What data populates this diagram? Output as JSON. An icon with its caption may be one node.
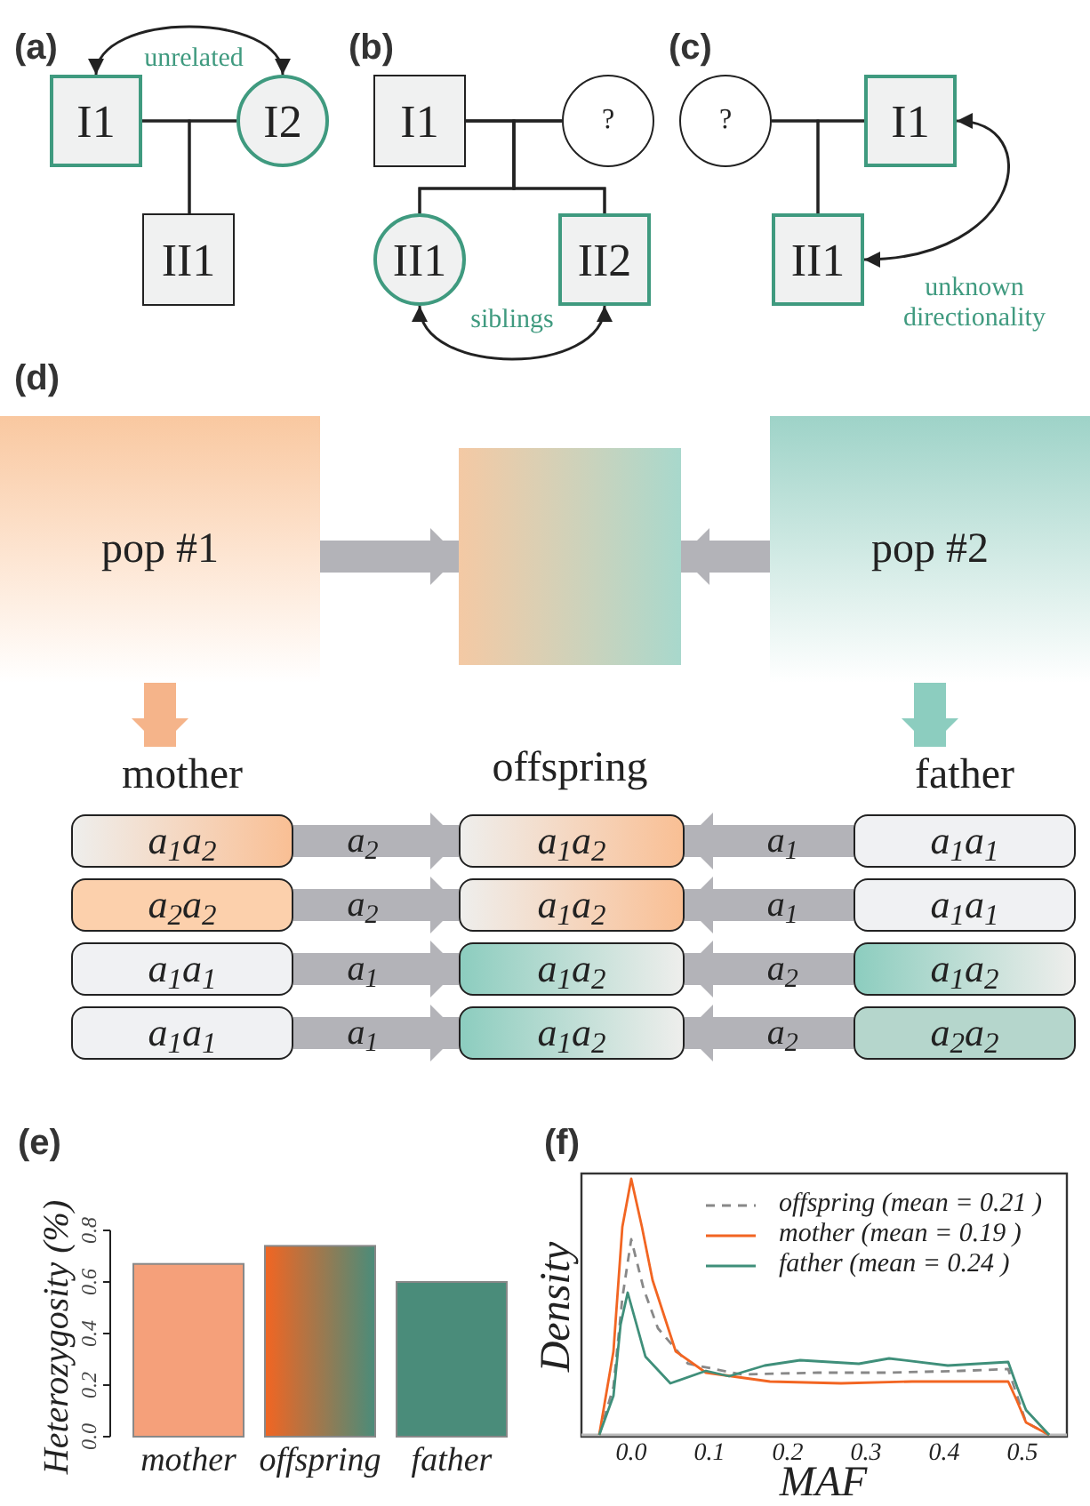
{
  "diagram": {
    "nodes": [
      {
        "text": [
          "I1"
        ]
      },
      {
        "text": [
          "I2"
        ]
      },
      {
        "text": [
          "II1"
        ]
      },
      {
        "text": [
          "I1"
        ]
      },
      {
        "text": [
          "?"
        ]
      },
      {
        "text": [
          "II1"
        ]
      },
      {
        "text": [
          "II2"
        ]
      },
      {
        "text": [
          "?"
        ]
      },
      {
        "text": [
          "I1"
        ]
      },
      {
        "text": [
          "II1"
        ]
      },
      {
        "text": [
          "pop #1"
        ]
      },
      {
        "text": [],
        "shape": "box"
      },
      {
        "text": [
          "pop #2"
        ]
      },
      {
        "text": [
          "mother"
        ]
      },
      {
        "text": [
          "offspring"
        ]
      },
      {
        "text": [
          "father"
        ]
      },
      {
        "text": [
          "a$_{1}$a$_{2}$"
        ]
      },
      {
        "text": [
          "a$_{1}$a$_{2}$"
        ]
      },
      {
        "text": [
          "a$_{1}$a$_{1}$"
        ]
      },
      {
        "text": [
          "a$_{2}$a$_{2}$"
        ]
      },
      {
        "text": [
          "a$_{1}$a$_{2}$"
        ]
      },
      {
        "text": [
          "a$_{1}$a$_{1}$"
        ]
      },
      {
        "text": [
          "a$_{1}$a$_{1}$"
        ]
      },
      {
        "text": [
          "a$_{1}$a$_{2}$"
        ]
      },
      {
        "text": [
          "a$_{1}$a$_{2}$"
        ]
      },
      {
        "text": [
          "a$_{1}$a$_{1}$"
        ]
      },
      {
        "text": [
          "a$_{1}$a$_{2}$"
        ]
      },
      {
        "text": [
          "a$_{2}$a$_{2}$"
        ]
      }
    ],
    "edges": [
      {
        "from": 0,
        "to": 1,
        "arrow": "none"
      },
      {
        "from": 0,
        "to": 2,
        "arrow": "none"
      },
      {
        "from": 1,
        "to": 2,
        "arrow": "none"
      },
      {
        "from": 0,
        "to": 1,
        "arrow": "both",
        "label": "unrelated"
      },
      {
        "from": 3,
        "to": 4,
        "arrow": "none"
      },
      {
        "from": 3,
        "to": 5,
        "arrow": "none"
      },
      {
        "from": 3,
        "to": 6,
        "arrow": "none"
      },
      {
        "from": 4,
        "to": 5,
        "arrow": "none"
      },
      {
        "from": 4,
        "to": 6,
        "arrow": "none"
      },
      {
        "from": 5,
        "to": 6,
        "arrow": "both",
        "label": "siblings"
      },
      {
        "from": 7,
        "to": 8,
        "arrow": "none"
      },
      {
        "from": 7,
        "to": 9,
        "arrow": "none"
      },
      {
        "from": 8,
        "to": 9,
        "arrow": "none"
      },
      {
        "from": 8,
        "to": 9,
        "arrow": "both",
        "label": "unknown directionality"
      },
      {
        "from": 10,
        "to": 11,
        "arrow": "to",
        "style": "thick",
        "color": "#b3b3b8"
      },
      {
        "from": 12,
        "to": 11,
        "arrow": "to",
        "style": "thick",
        "color": "#b3b3b8"
      },
      {
        "from": 10,
        "to": 13,
        "arrow": "to",
        "style": "thick",
        "color": "#f5b48a"
      },
      {
        "from": 12,
        "to": 15,
        "arrow": "to",
        "style": "thick",
        "color": "#8ccdbf"
      },
      {
        "from": 16,
        "to": 17,
        "arrow": "to",
        "style": "thick",
        "color": "#b3b3b8",
        "label": "a$_{2}$"
      },
      {
        "from": 19,
        "to": 20,
        "arrow": "to",
        "style": "thick",
        "color": "#b3b3b8",
        "label": "a$_{2}$"
      },
      {
        "from": 22,
        "to": 23,
        "arrow": "to",
        "style": "thick",
        "color": "#b3b3b8",
        "label": "a$_{1}$"
      },
      {
        "from": 25,
        "to": 26,
        "arrow": "to",
        "style": "thick",
        "color": "#b3b3b8",
        "label": "a$_{1}$"
      },
      {
        "from": 18,
        "to": 17,
        "arrow": "to",
        "style": "thick",
        "color": "#b3b3b8",
        "label": "a$_{1}$"
      },
      {
        "from": 21,
        "to": 20,
        "arrow": "to",
        "style": "thick",
        "color": "#b3b3b8",
        "label": "a$_{1}$"
      },
      {
        "from": 24,
        "to": 23,
        "arrow": "to",
        "style": "thick",
        "color": "#b3b3b8",
        "label": "a$_{2}$"
      },
      {
        "from": 27,
        "to": 26,
        "arrow": "to",
        "style": "thick",
        "color": "#b3b3b8",
        "label": "a$_{2}$"
      }
    ],
    "labels": [
      "(a)",
      "(b)",
      "(c)",
      "(d)",
      "(e)",
      "(f)",
      "0.0",
      "0.1",
      "0.2",
      "0.3",
      "0.4",
      "0.5",
      "MAF",
      "Density"
    ],
    "legend": [
      {
        "text": "offspring (mean = 0.21 )"
      },
      {
        "text": "mother (mean = 0.19 )"
      },
      {
        "text": "father (mean = 0.24 )"
      }
    ],
    "chart_data": {
      "type": "bar",
      "ylabel": "Heterozygosity (%)",
      "categories": [
        "mother",
        "offspring",
        "father"
      ],
      "series": [
        {
          "values": [
            0.67,
            0.74,
            0.6
          ]
        }
      ],
      "ylim": [
        0,
        0.8
      ],
      "yticks": [
        {
          "value": 0,
          "label": "0.0"
        },
        {
          "value": 0.2,
          "label": "0.2"
        },
        {
          "value": 0.4,
          "label": "0.4"
        },
        {
          "value": 0.6,
          "label": "0.6"
        },
        {
          "value": 0.8,
          "label": "0.8"
        }
      ]
    }
  }
}
